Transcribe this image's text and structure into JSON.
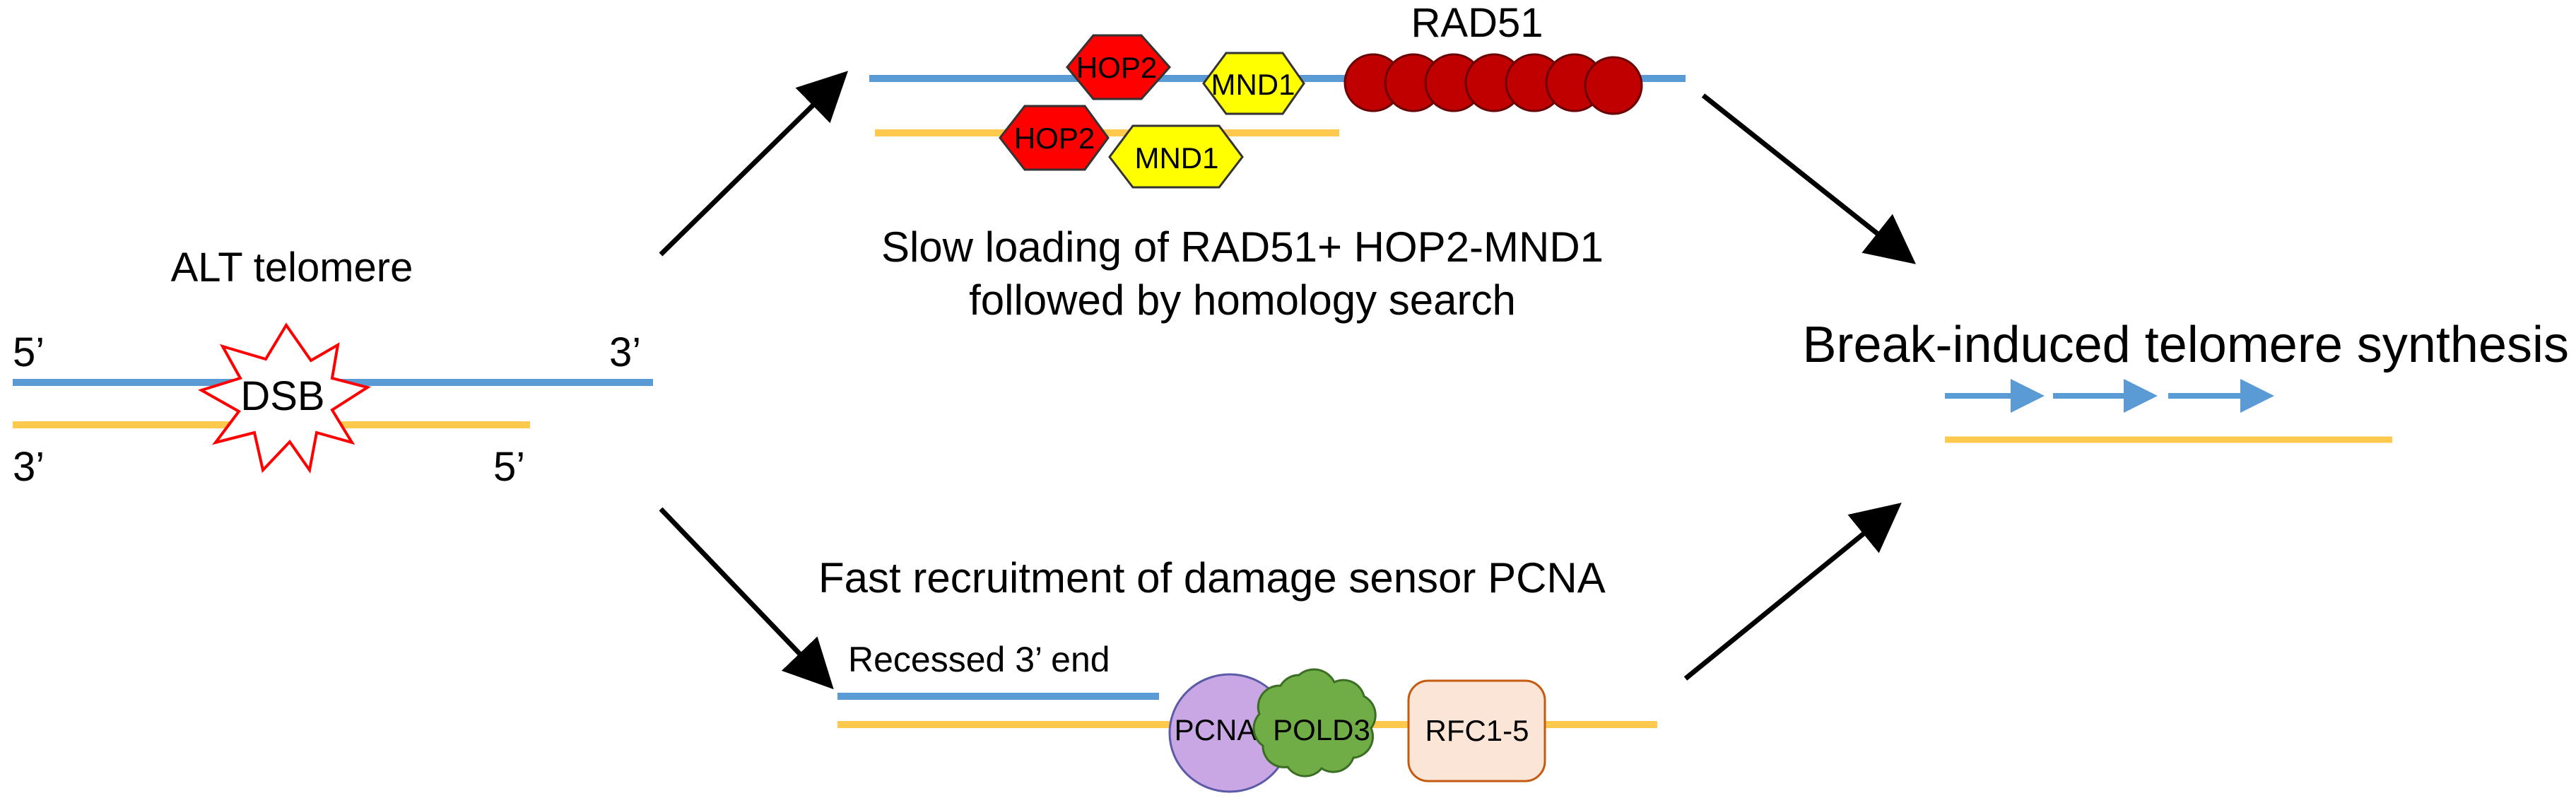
{
  "colors": {
    "blue_strand": "#5B9BD5",
    "yellow_strand": "#FFC94D",
    "arrow": "#000000",
    "dsb_outline": "#FF0000",
    "hop2_fill": "#FF0000",
    "mnd1_fill": "#FFFF00",
    "rad51_fill": "#C00000",
    "pcna_fill": "#C9A6E4",
    "pold3_fill": "#70AD47",
    "rfc_fill": "#FBE5D6",
    "rfc_stroke": "#C55A11"
  },
  "alt": {
    "title": "ALT telomere",
    "label_5_top": "5’",
    "label_3_top": "3’",
    "label_3_bottom": "3’",
    "label_5_bottom": "5’",
    "dsb": "DSB"
  },
  "top_path": {
    "rad51": "RAD51",
    "hop2_top": "HOP2",
    "mnd1_top": "MND1",
    "hop2_bottom": "HOP2",
    "mnd1_bottom": "MND1",
    "caption_line1": "Slow loading of RAD51+ HOP2-MND1",
    "caption_line2": "followed by homology search"
  },
  "result": {
    "title": "Break-induced telomere synthesis"
  },
  "bottom_path": {
    "caption": "Fast recruitment of damage sensor PCNA",
    "recessed": "Recessed 3’ end",
    "pcna": "PCNA",
    "pold3": "POLD3",
    "rfc": "RFC1-5"
  }
}
